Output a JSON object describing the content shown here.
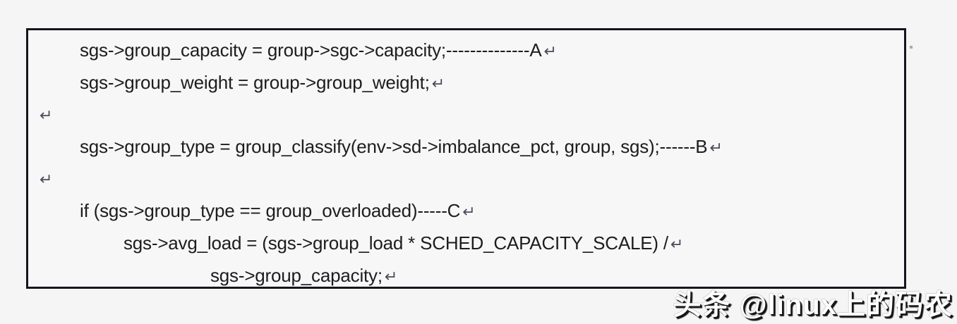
{
  "code_block": {
    "lines": [
      {
        "text": "sgs->group_capacity = group->sgc->capacity;--------------A",
        "ret": "↵"
      },
      {
        "text": "sgs->group_weight = group->group_weight;",
        "ret": "↵"
      },
      {
        "text": "",
        "ret": "↵"
      },
      {
        "text": "sgs->group_type = group_classify(env->sd->imbalance_pct, group, sgs);------B",
        "ret": "↵"
      },
      {
        "text": "",
        "ret": "↵"
      },
      {
        "text": "if (sgs->group_type == group_overloaded)-----C",
        "ret": "↵"
      },
      {
        "text": "sgs->avg_load = (sgs->group_load * SCHED_CAPACITY_SCALE) /",
        "ret": "↵"
      },
      {
        "text": "sgs->group_capacity;",
        "ret": "↵"
      }
    ],
    "annotation_labels": [
      "A",
      "B",
      "C"
    ]
  },
  "watermark": {
    "text": "头条 @linux上的码农"
  },
  "colors": {
    "page_background": "#f5f5f6",
    "frame_border": "#15151d",
    "code_text": "#1d1d1f",
    "return_mark": "#4e4a58",
    "watermark_fill": "#ffffff",
    "watermark_shadow": "#161616"
  }
}
